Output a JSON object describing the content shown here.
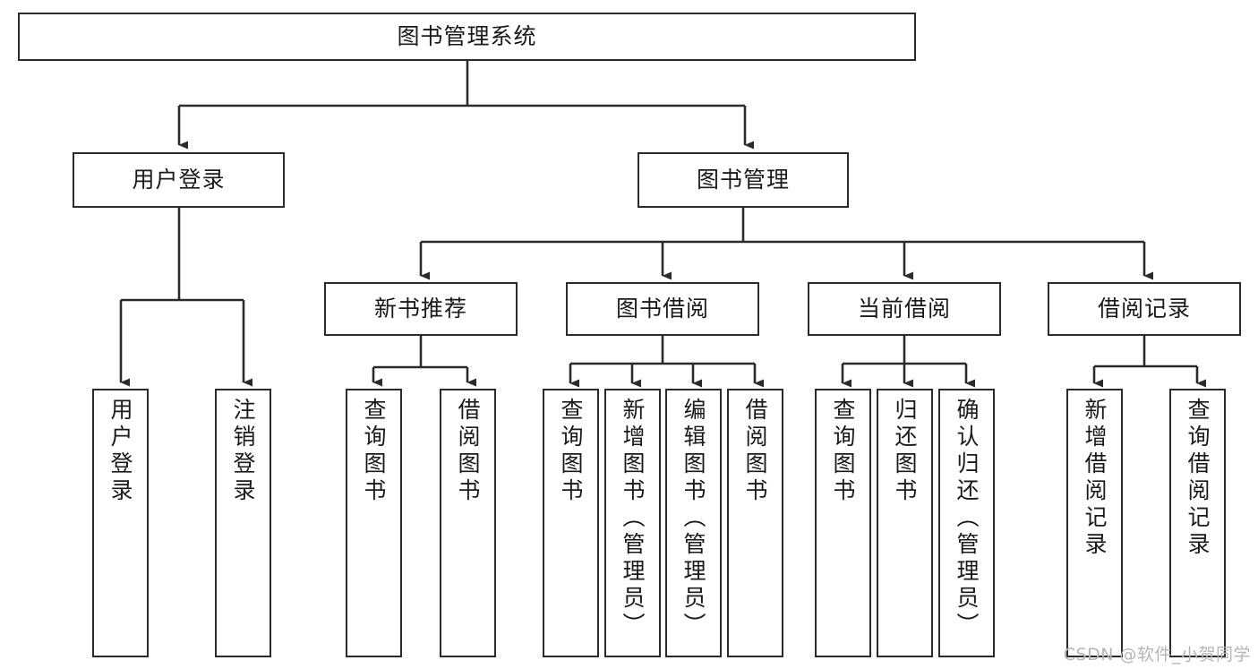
{
  "diagram": {
    "title": "图书管理系统",
    "type": "tree-hierarchy-chart",
    "orientation": "top-down",
    "colors": {
      "node_border": "#2b2b2b",
      "node_fill": "#ffffff",
      "edge": "#2b2b2b",
      "text": "#1a1a1a",
      "watermark": "#b6b6b6",
      "background": "#ffffff"
    }
  },
  "nodes": {
    "root": {
      "label": "图书管理系统"
    },
    "level1": [
      {
        "id": "user_login",
        "label": "用户登录"
      },
      {
        "id": "book_mgmt",
        "label": "图书管理"
      }
    ],
    "level2": [
      {
        "id": "new_book_rec",
        "label": "新书推荐"
      },
      {
        "id": "book_borrow",
        "label": "图书借阅"
      },
      {
        "id": "current_borrow",
        "label": "当前借阅"
      },
      {
        "id": "borrow_record",
        "label": "借阅记录"
      }
    ],
    "leaves": {
      "user_login": [
        {
          "id": "leaf_user_login",
          "label": "用户登录"
        },
        {
          "id": "leaf_user_logout",
          "label": "注销登录"
        }
      ],
      "new_book_rec": [
        {
          "id": "leaf_query_book_1",
          "label": "查询图书"
        },
        {
          "id": "leaf_borrow_book_1",
          "label": "借阅图书"
        }
      ],
      "book_borrow": [
        {
          "id": "leaf_query_book_2",
          "label": "查询图书"
        },
        {
          "id": "leaf_add_book_admin",
          "label": "新增图书（管理员）"
        },
        {
          "id": "leaf_edit_book_admin",
          "label": "编辑图书（管理员）"
        },
        {
          "id": "leaf_borrow_book_2",
          "label": "借阅图书"
        }
      ],
      "current_borrow": [
        {
          "id": "leaf_query_book_3",
          "label": "查询图书"
        },
        {
          "id": "leaf_return_book",
          "label": "归还图书"
        },
        {
          "id": "leaf_confirm_return_admin",
          "label": "确认归还（管理员）"
        }
      ],
      "borrow_record": [
        {
          "id": "leaf_add_borrow_record",
          "label": "新增借阅记录"
        },
        {
          "id": "leaf_query_borrow_record",
          "label": "查询借阅记录"
        }
      ]
    }
  },
  "watermark": {
    "text": "CSDN @软件_小贺同学"
  }
}
